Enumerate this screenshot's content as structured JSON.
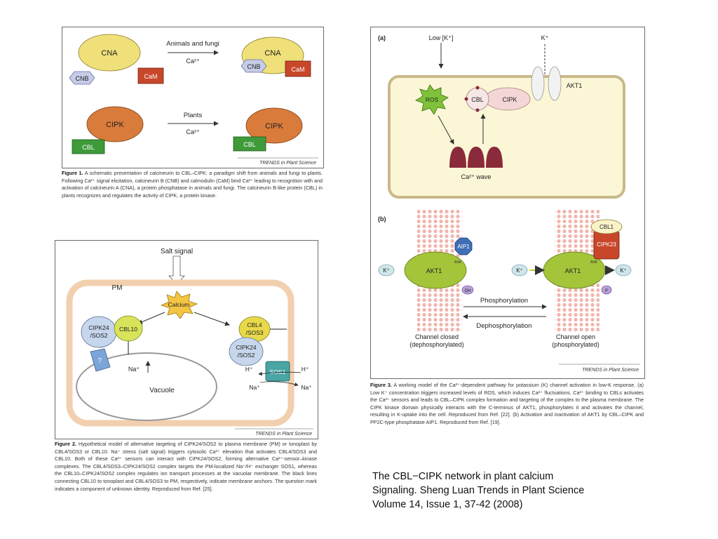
{
  "fig1": {
    "top_arrow_label": "Animals and fungi",
    "top_ca": "Ca²⁺",
    "bottom_arrow_label": "Plants",
    "bottom_ca": "Ca²⁺",
    "cna": "CNA",
    "cnb": "CNB",
    "cam": "CaM",
    "cipk": "CIPK",
    "cbl": "CBL",
    "credit": "TRENDS in Plant Science",
    "caption_label": "Figure 1.",
    "caption": "A schematic presentation of calcineurin to CBL–CIPK: a paradigm shift from animals and fungi to plants. Following Ca²⁺ signal elicitation, calcineurin B (CNB) and calmodulin (CaM) bind Ca²⁺ leading to recognition with and activation of calcineurin A (CNA), a protein phosphatase in animals and fungi. The calcineurin B-like protein (CBL) in plants recognizes and regulates the activity of CIPK, a protein kinase."
  },
  "fig2": {
    "salt_signal": "Salt signal",
    "pm": "PM",
    "calcium": "Calcium",
    "cipk24_sos2_left_1": "CIPK24",
    "cipk24_sos2_left_2": "/SOS2",
    "cbl10": "CBL10",
    "cbl4_1": "CBL4",
    "cbl4_2": "/SOS3",
    "cipk24_right_1": "CIPK24",
    "cipk24_right_2": "/SOS2",
    "question": "?",
    "na_left": "Na⁺",
    "vacuole": "Vacuole",
    "sos1": "SOS1",
    "h_left": "H⁺",
    "h_right": "H⁺",
    "na_bottom_left": "Na⁺",
    "na_bottom_right": "Na⁺",
    "credit": "TRENDS in Plant Science",
    "caption_label": "Figure 2.",
    "caption": "Hypothetical model of alternative targeting of CIPK24/SOS2 to plasma membrane (PM) or tonoplast by CBL4/SOS3 or CBL10. Na⁺ stress (salt signal) triggers cytosolic Ca²⁺ elevation that activates CBL4/SOS3 and CBL10. Both of these Ca²⁺ sensors can interact with CIPK24/SOS2, forming alternative Ca²⁺-sensor–kinase complexes. The CBL4/SOS3–CIPK24/SOS2 complex targets the PM-localized Na⁺/H⁺ exchanger SOS1, whereas the CBL10–CIPK24/SOS2 complex regulates ion transport processes at the vacuolar membrane. The black lines connecting CBL10 to tonoplast and CBL4/SOS3 to PM, respectively, indicate membrane anchors. The question mark indicates a component of unknown identity. Reproduced from Ref. [25]."
  },
  "fig3": {
    "panel_a": "(a)",
    "panel_b": "(b)",
    "low_k": "Low [K⁺]",
    "k_top": "K⁺",
    "k_bottom": "K⁺",
    "akt1_a": "AKT1",
    "ros": "ROS",
    "cbl": "CBL",
    "cipk": "CIPK",
    "ca_wave": "Ca²⁺ wave",
    "aip1": "AIP1",
    "cbl1": "CBL1",
    "cipk23": "CIPK23",
    "akt1_left": "AKT1",
    "akt1_right": "AKT1",
    "k_left_out": "K⁺",
    "k_mid": "K⁺",
    "k_right_out": "K⁺",
    "oh": "OH",
    "p": "P",
    "anchor_left": "ANK",
    "anchor_right": "ANK",
    "phosphorylation": "Phosphorylation",
    "dephosphorylation": "Dephosphorylation",
    "closed_1": "Channel closed",
    "closed_2": "(dephosphorylated)",
    "open_1": "Channel open",
    "open_2": "(phosphorylated)",
    "credit": "TRENDS in Plant Science",
    "caption_label": "Figure 3.",
    "caption": "A working model of the Ca²⁺-dependent pathway for potassium (K) channel activation in low-K response. (a) Low K⁺ concentration triggers increased levels of ROS, which induces Ca²⁺ fluctuations. Ca²⁺ binding to CBLs activates the Ca²⁺ sensors and leads to CBL–CIPK complex formation and targeting of the complex to the plasma membrane. The CIPK kinase domain physically interacts with the C-terminus of AKT1, phosphorylates it and activates the channel, resulting in K-uptake into the cell. Reproduced from Ref. [22]. (b) Activation and inactivation of AKT1 by CBL–CIPK and PP2C-type phosphatase AIP1. Reproduced from Ref. [19]."
  },
  "footer": {
    "line1": "The CBL−CIPK network in plant calcium",
    "line2": "Signaling. Sheng Luan Trends in Plant Science",
    "line3": "Volume 14, Issue 1, 37-42 (2008)"
  },
  "colors": {
    "yellow": "#efe07a",
    "orange": "#d97b3a",
    "red_cam": "#c8472a",
    "green_cbl": "#3f9a3a",
    "lavender": "#c6cbe6",
    "pm_peach": "#f2cfae",
    "akt1_green": "#a4c43a",
    "aip1_blue": "#3f6fb5",
    "ros_green": "#7fc23a",
    "wave_maroon": "#8a2a3a"
  }
}
